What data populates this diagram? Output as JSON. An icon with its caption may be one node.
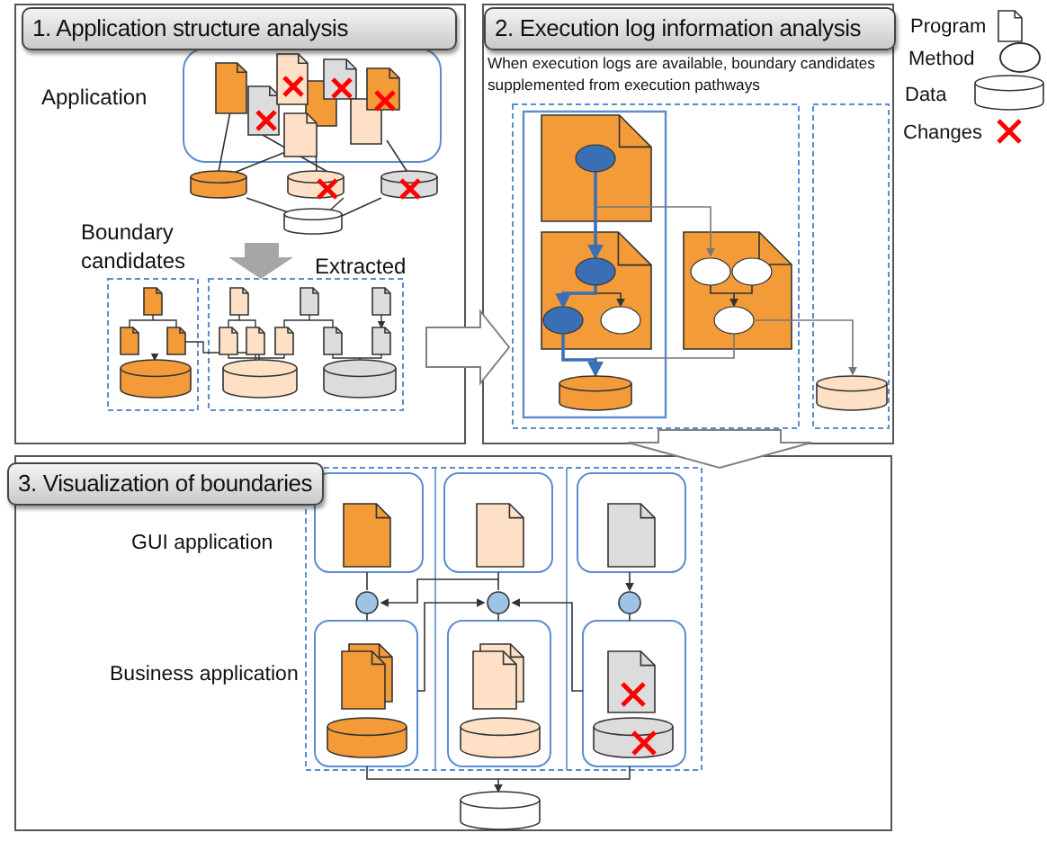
{
  "diagram": {
    "nodes": [
      {
        "text": [
          "1. Application structure analysis"
        ]
      },
      {
        "text": [
          "2. Execution log information analysis"
        ]
      },
      {
        "text": [
          "3. Visualization of boundaries"
        ]
      }
    ],
    "edges": [
      {
        "from": 0,
        "to": 1,
        "arrow": "to"
      },
      {
        "from": 1,
        "to": 2,
        "arrow": "to"
      }
    ],
    "labels": [
      "Application",
      "Boundary candidates",
      "Extracted",
      "When execution logs are available, boundary candidates supplemented from execution pathways",
      "GUI application",
      "Business application"
    ],
    "legend": [
      {
        "text": "Program"
      },
      {
        "text": "Method"
      },
      {
        "text": "Data"
      },
      {
        "text": "Changes"
      }
    ]
  }
}
